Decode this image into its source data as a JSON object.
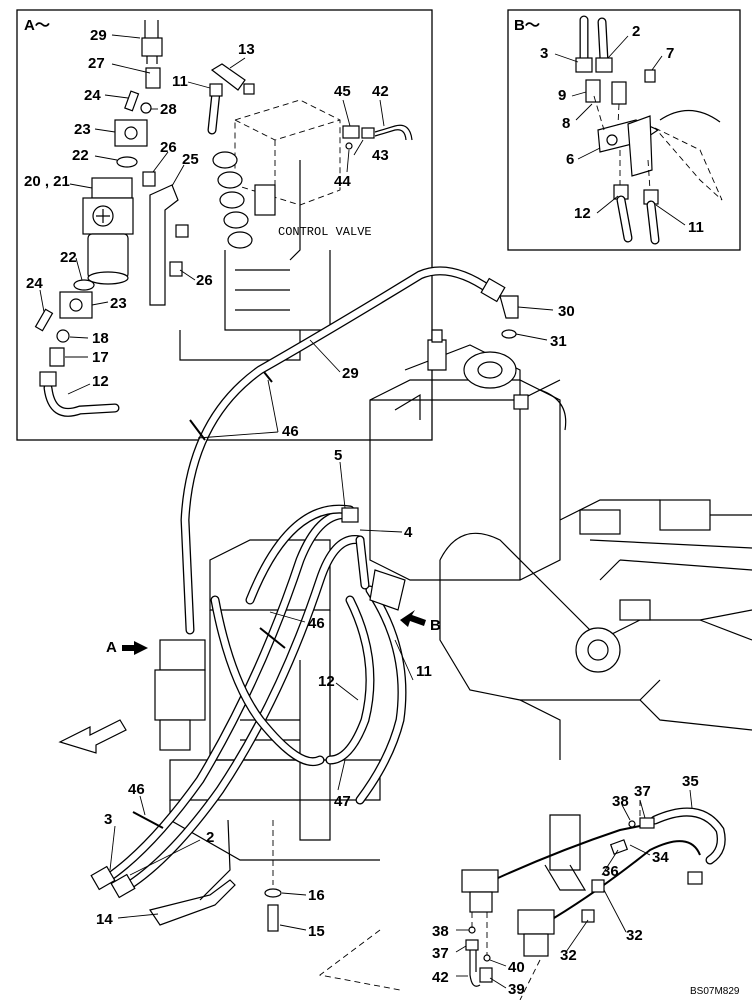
{
  "detail_a": {
    "title": "A～",
    "control_valve_label": "CONTROL VALVE",
    "labels": [
      "29",
      "13",
      "27",
      "11",
      "45",
      "42",
      "24",
      "28",
      "43",
      "23",
      "44",
      "22",
      "26",
      "25",
      "20 , 21",
      "22",
      "26",
      "24",
      "23",
      "18",
      "17",
      "12"
    ]
  },
  "detail_b": {
    "title": "B～",
    "labels": [
      "2",
      "3",
      "7",
      "9",
      "8",
      "6",
      "12",
      "11"
    ]
  },
  "main": {
    "labels": [
      "30",
      "31",
      "29",
      "46",
      "5",
      "4",
      "46",
      "B",
      "A",
      "11",
      "12",
      "35",
      "37",
      "38",
      "34",
      "36",
      "46",
      "3",
      "2",
      "47",
      "14",
      "16",
      "15",
      "38",
      "37",
      "42",
      "40",
      "39",
      "32",
      "32"
    ]
  },
  "drawing_code": "BS07M829"
}
